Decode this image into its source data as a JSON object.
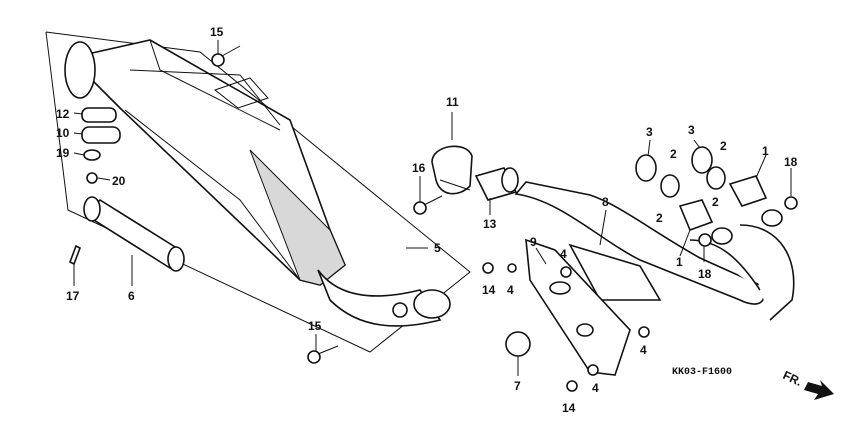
{
  "diagram_code": "KK03-F1600",
  "front_marker": "FR.",
  "labels": {
    "l1a": "1",
    "l1b": "1",
    "l2a": "2",
    "l2b": "2",
    "l2c": "2",
    "l2d": "2",
    "l3a": "3",
    "l3b": "3",
    "l4a": "4",
    "l4b": "4",
    "l4c": "4",
    "l4d": "4",
    "l5": "5",
    "l6": "6",
    "l7": "7",
    "l8": "8",
    "l9": "9",
    "l10": "10",
    "l11": "11",
    "l12": "12",
    "l13": "13",
    "l14a": "14",
    "l14b": "14",
    "l15a": "15",
    "l15b": "15",
    "l16": "16",
    "l17": "17",
    "l18a": "18",
    "l18b": "18",
    "l19": "19",
    "l20": "20"
  }
}
